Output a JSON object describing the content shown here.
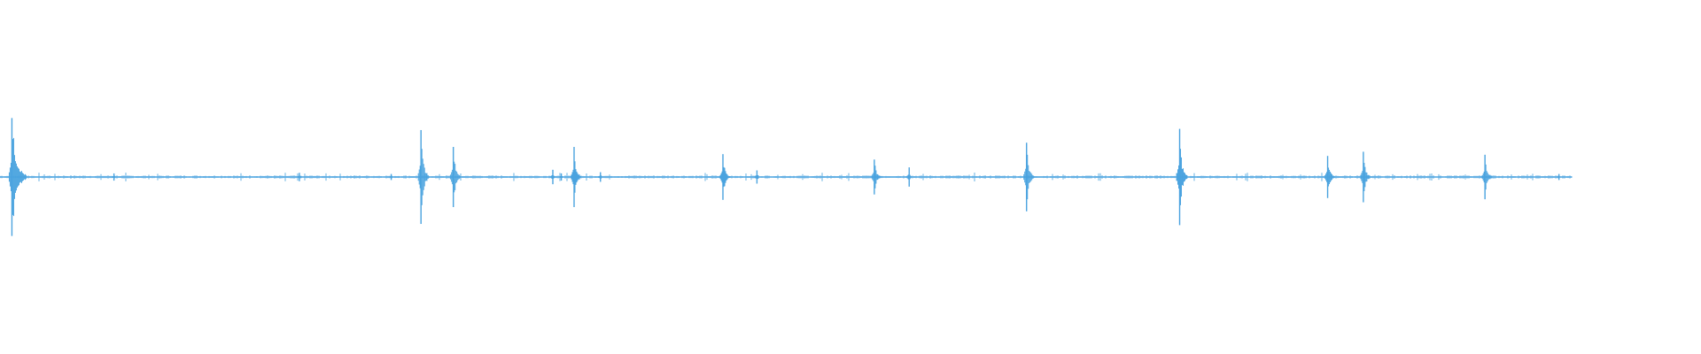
{
  "waveform": {
    "color": "#4aa3df",
    "style": "audio-waveform-peaks",
    "extent": [
      0,
      0.924
    ],
    "peaks": [
      {
        "t": 0.007,
        "amp": 0.98
      },
      {
        "t": 0.2475,
        "amp": 0.78
      },
      {
        "t": 0.2665,
        "amp": 0.5
      },
      {
        "t": 0.3375,
        "amp": 0.5
      },
      {
        "t": 0.425,
        "amp": 0.38
      },
      {
        "t": 0.514,
        "amp": 0.29
      },
      {
        "t": 0.6035,
        "amp": 0.57
      },
      {
        "t": 0.6935,
        "amp": 0.8
      },
      {
        "t": 0.7805,
        "amp": 0.35
      },
      {
        "t": 0.8015,
        "amp": 0.42
      },
      {
        "t": 0.873,
        "amp": 0.37
      }
    ],
    "minor_peaks": [
      {
        "t": 0.067,
        "amp": 0.06
      },
      {
        "t": 0.176,
        "amp": 0.07
      },
      {
        "t": 0.23,
        "amp": 0.05
      },
      {
        "t": 0.325,
        "amp": 0.12
      },
      {
        "t": 0.33,
        "amp": 0.06
      },
      {
        "t": 0.353,
        "amp": 0.08
      },
      {
        "t": 0.445,
        "amp": 0.11
      },
      {
        "t": 0.5345,
        "amp": 0.16
      },
      {
        "t": 0.9165,
        "amp": 0.05
      }
    ]
  }
}
